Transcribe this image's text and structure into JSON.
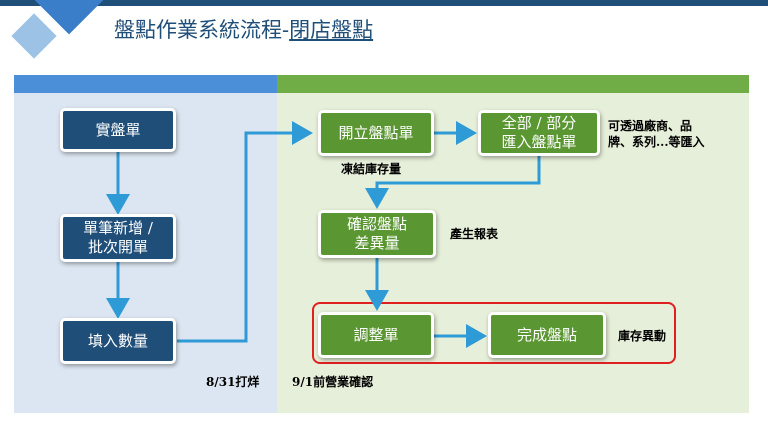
{
  "header": {
    "title_main": "盤點作業系統流程-",
    "title_sub": "閉店盤點"
  },
  "steps": {
    "actual_count_sheet": "實盤單",
    "add_batch_open": "單筆新增 /\n批次開單",
    "enter_quantity": "填入數量",
    "open_count_sheet": "開立盤點單",
    "import_count": "全部 / 部分\n匯入盤點單",
    "confirm_variance": "確認盤點\n差異量",
    "adjust_sheet": "調整單",
    "complete_count": "完成盤點"
  },
  "notes": {
    "freeze_stock": "凍結庫存量",
    "import_by": "可透過廠商、品\n牌、系列...等匯入",
    "generate_report": "產生報表",
    "stock_change": "庫存異動",
    "close_date": "8/31打烊",
    "confirm_before": "9/1前營業確認"
  },
  "colors": {
    "left_panel_bar": "#4a8fd8",
    "right_panel_bar": "#70ad47",
    "blue_box": "#1f4e79",
    "green_box": "#5a9632",
    "arrow": "#2e9bd6",
    "highlight": "#e02020"
  }
}
